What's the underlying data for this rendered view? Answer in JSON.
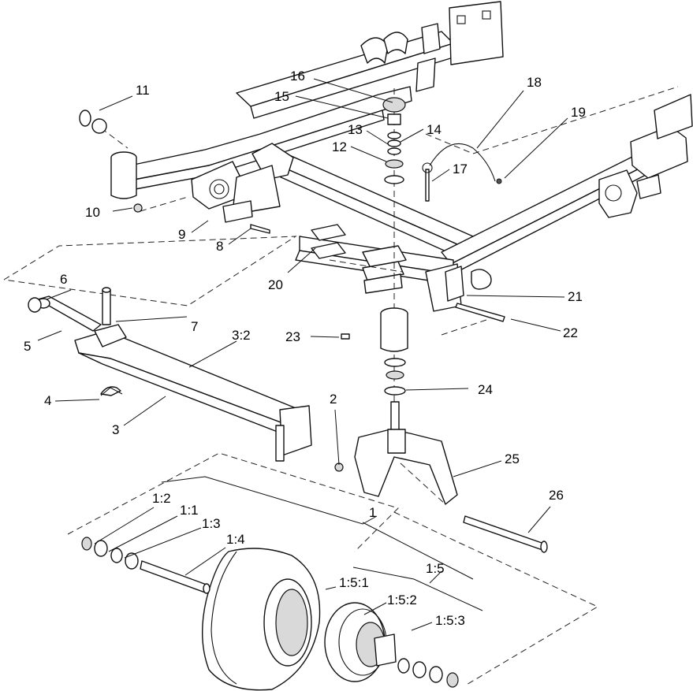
{
  "callouts": {
    "c1": "1",
    "c1_2": "1:2",
    "c1_1": "1:1",
    "c1_3": "1:3",
    "c1_4": "1:4",
    "c1_5": "1:5",
    "c1_5_1": "1:5:1",
    "c1_5_2": "1:5:2",
    "c1_5_3": "1:5:3",
    "c2": "2",
    "c3": "3",
    "c3_2": "3:2",
    "c4": "4",
    "c5": "5",
    "c6": "6",
    "c7": "7",
    "c8": "8",
    "c9": "9",
    "c10": "10",
    "c11": "11",
    "c12": "12",
    "c13": "13",
    "c14": "14",
    "c15": "15",
    "c16": "16",
    "c17": "17",
    "c18": "18",
    "c19": "19",
    "c20": "20",
    "c21": "21",
    "c22": "22",
    "c23": "23",
    "c24": "24",
    "c25": "25",
    "c26": "26"
  }
}
